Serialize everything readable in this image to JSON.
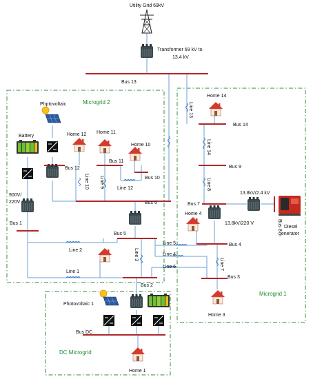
{
  "top": {
    "utility_grid": "Utility Grid 69kV",
    "transformer_main": [
      "Transformer 69 kV to",
      "13.4 kV"
    ]
  },
  "buses": {
    "bus13": "Bus 13",
    "bus14": "Bus 14",
    "bus9": "Bus 9",
    "bus7": "Bus 7",
    "bus8": "Bus 8",
    "bus4": "Bus 4",
    "bus3": "Bus 3",
    "bus6": "Bus 6",
    "bus5": "Bus 5",
    "bus2": "Bus 2",
    "bus1": "Bus 1",
    "bus12": "Bus 12",
    "bus11": "Bus 11",
    "bus10": "Bus 10",
    "busdc": "Bus DC"
  },
  "lines": {
    "line13": "Line 13",
    "line14": "Line 14",
    "line8": "Line 8",
    "line7": "Line 7",
    "line5": "Line 5",
    "line4": "Line 4",
    "line6": "Line 6",
    "line3": "Line 3",
    "line2": "Line 2",
    "line1": "Line 1",
    "line10": "Line 10",
    "line9": "Line 9",
    "line12": "Line 12"
  },
  "homes": {
    "home14": "Home 14",
    "home12": "Home 12",
    "home11": "Home 11",
    "home10": "Home 10",
    "home4": "Home 4",
    "home3": "Home 3",
    "home1": "Home 1"
  },
  "microgrids": {
    "mg1": "Microgrid 1",
    "mg2": "Microgrid 2",
    "dc": "DC Microgrid"
  },
  "devices": {
    "photovoltaic_mg2": "Phptovoltaic",
    "battery": "Battery",
    "inverter_rating": [
      "900V/",
      "220V"
    ],
    "trafo_diesel": "13.8kV/2.4 kV",
    "trafo_bus7": "13.8kV/220 V",
    "diesel": [
      "Diesel",
      "generator"
    ],
    "photovoltaic1": "Photovoltaic 1"
  },
  "colors": {
    "bus": "#b0282a",
    "wire": "#6a9fd4",
    "microgrid_frame": "#2f8a3a",
    "microgrid_label": "#1e8a2e",
    "house_roof": "#d33b2c",
    "transformer": "#3d4a4f",
    "diesel_generator": "#c42a1e",
    "battery_cells": "#6fbf2e"
  },
  "icons": [
    "transmission-tower-icon",
    "transformer-icon",
    "house-icon",
    "solar-panel-icon",
    "sun-icon",
    "battery-icon",
    "converter-icon",
    "diesel-generator-icon"
  ]
}
